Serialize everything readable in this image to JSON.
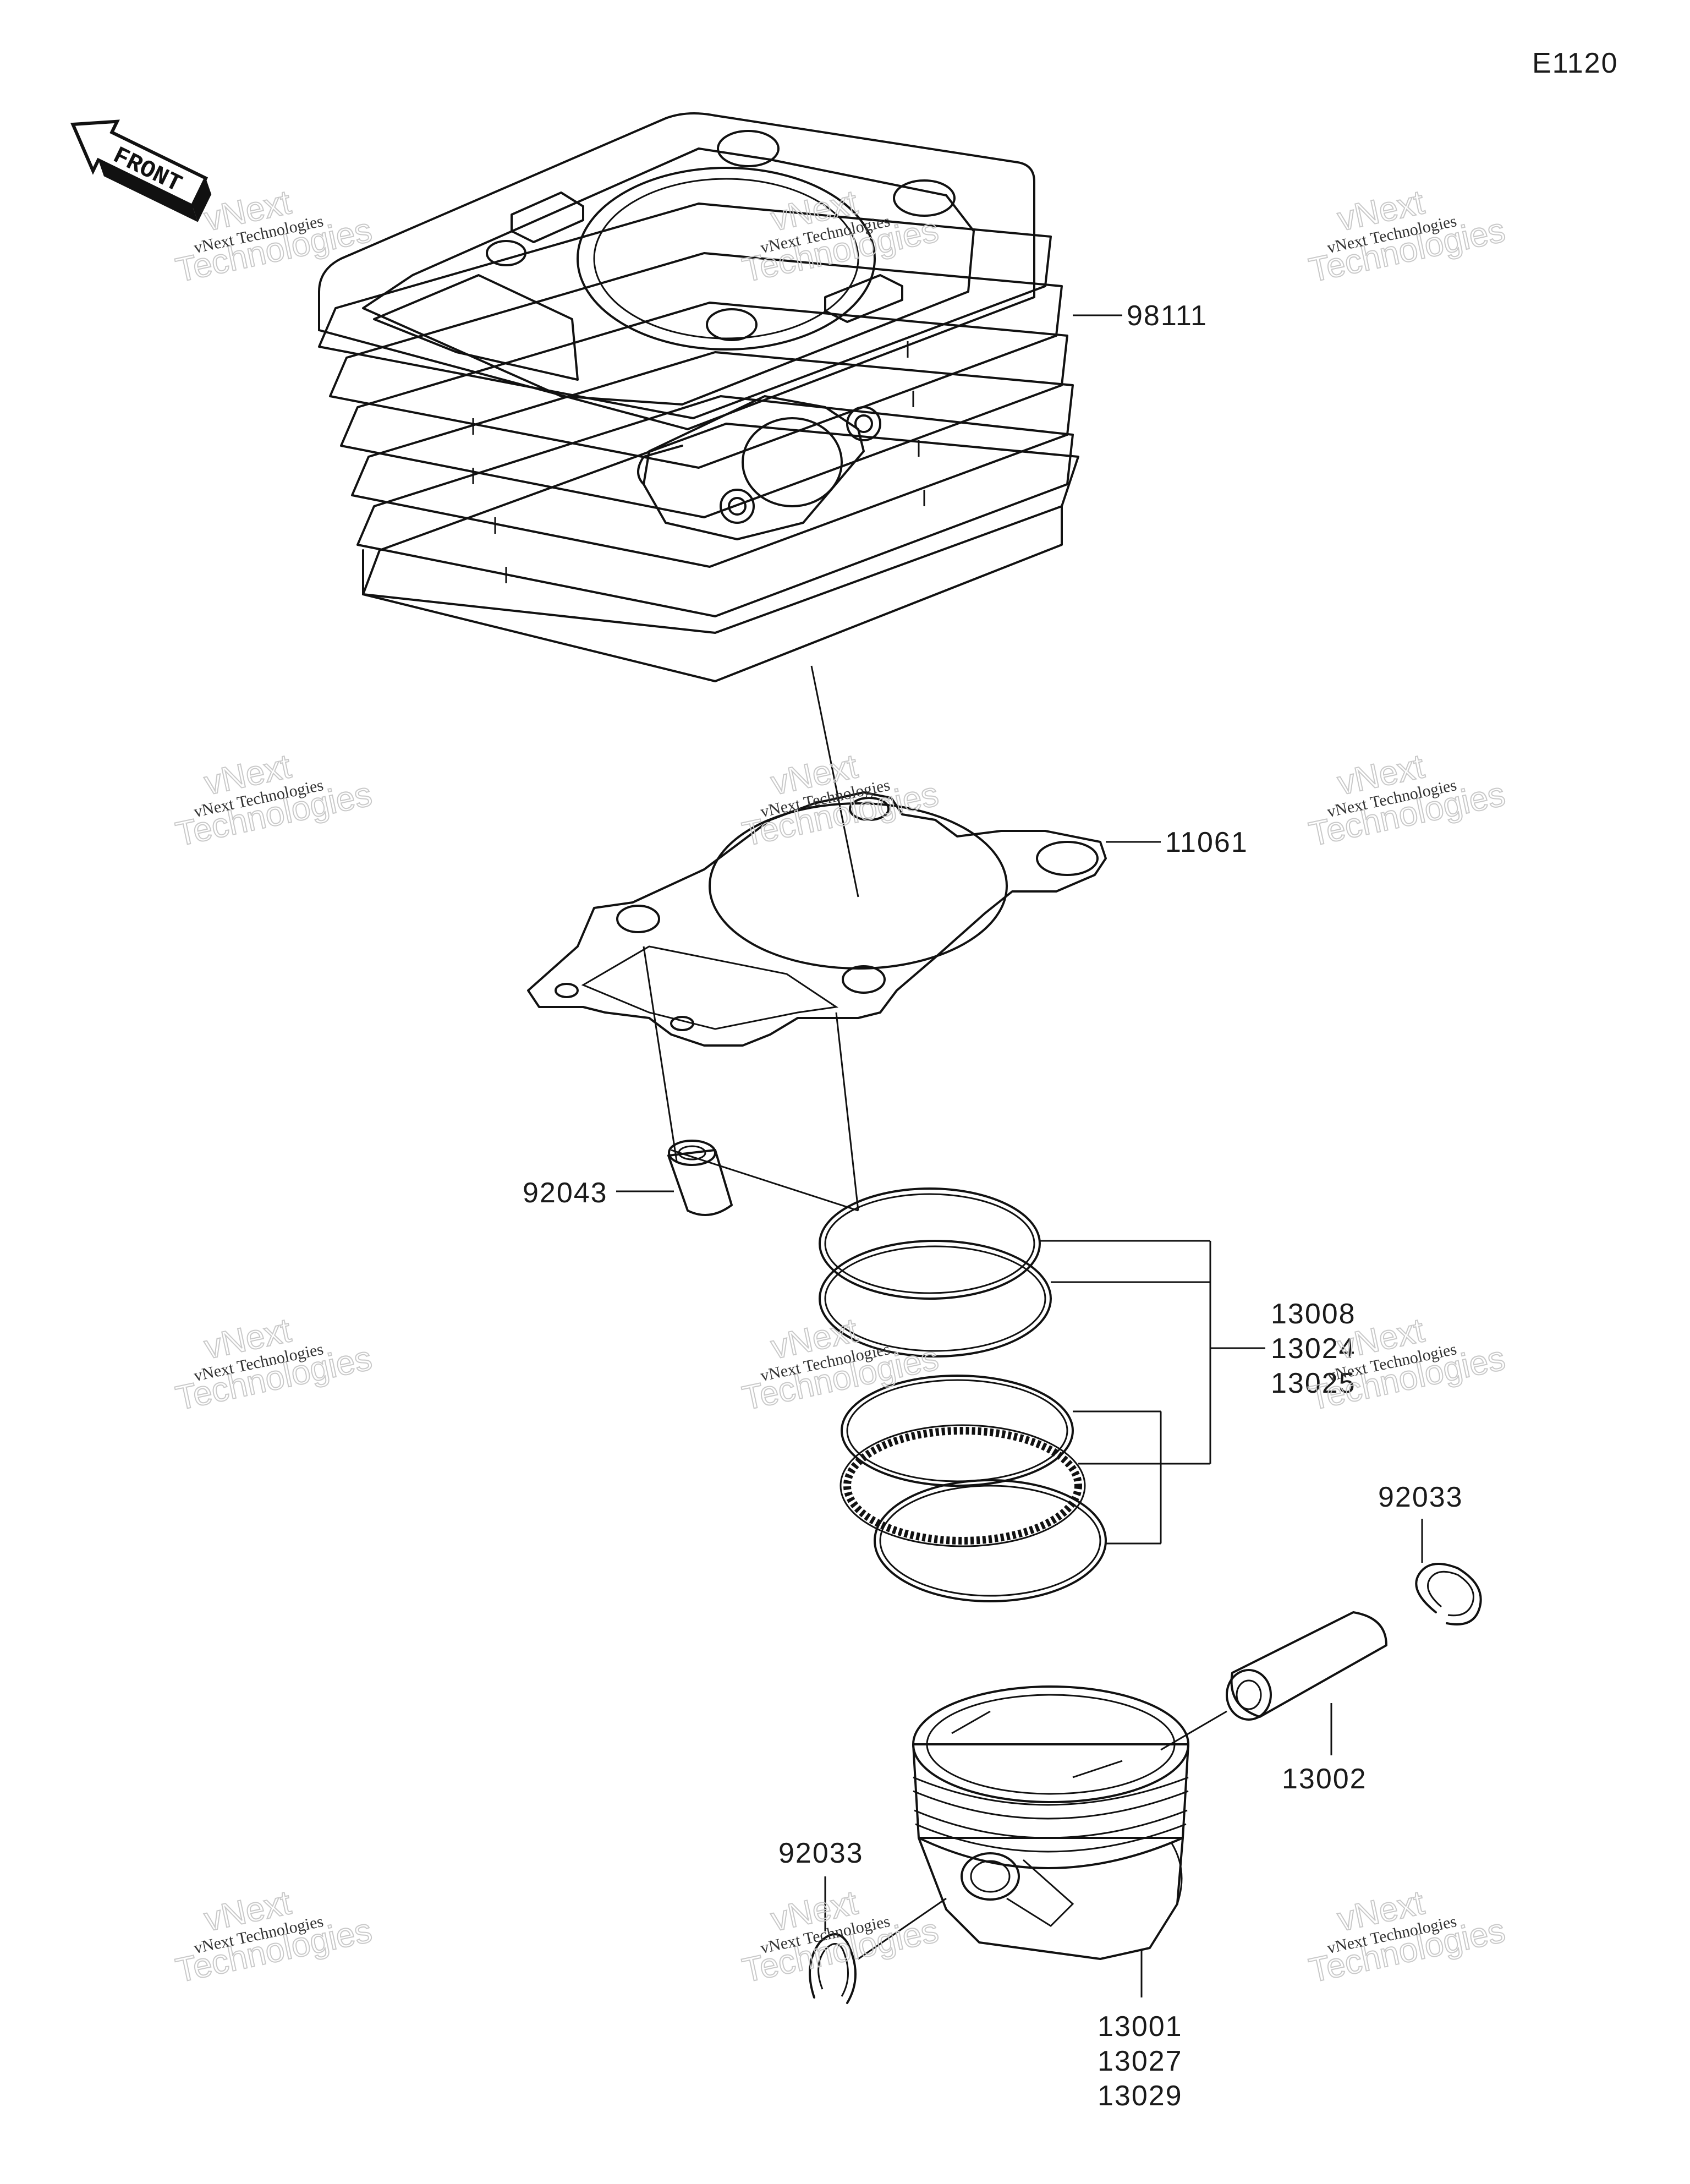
{
  "diagram_code": "E1120",
  "front_label": "FRONT",
  "watermark": {
    "small": "vNext Technologies",
    "big_top": "vNext",
    "big_bottom": "Technologies"
  },
  "parts": {
    "cylinder": "98111",
    "gasket": "11061",
    "dowel_pin": "92043",
    "rings": [
      "13008",
      "13024",
      "13025"
    ],
    "circlip_right": "92033",
    "piston_pin": "13002",
    "circlip_left": "92033",
    "piston": [
      "13001",
      "13027",
      "13029"
    ]
  }
}
